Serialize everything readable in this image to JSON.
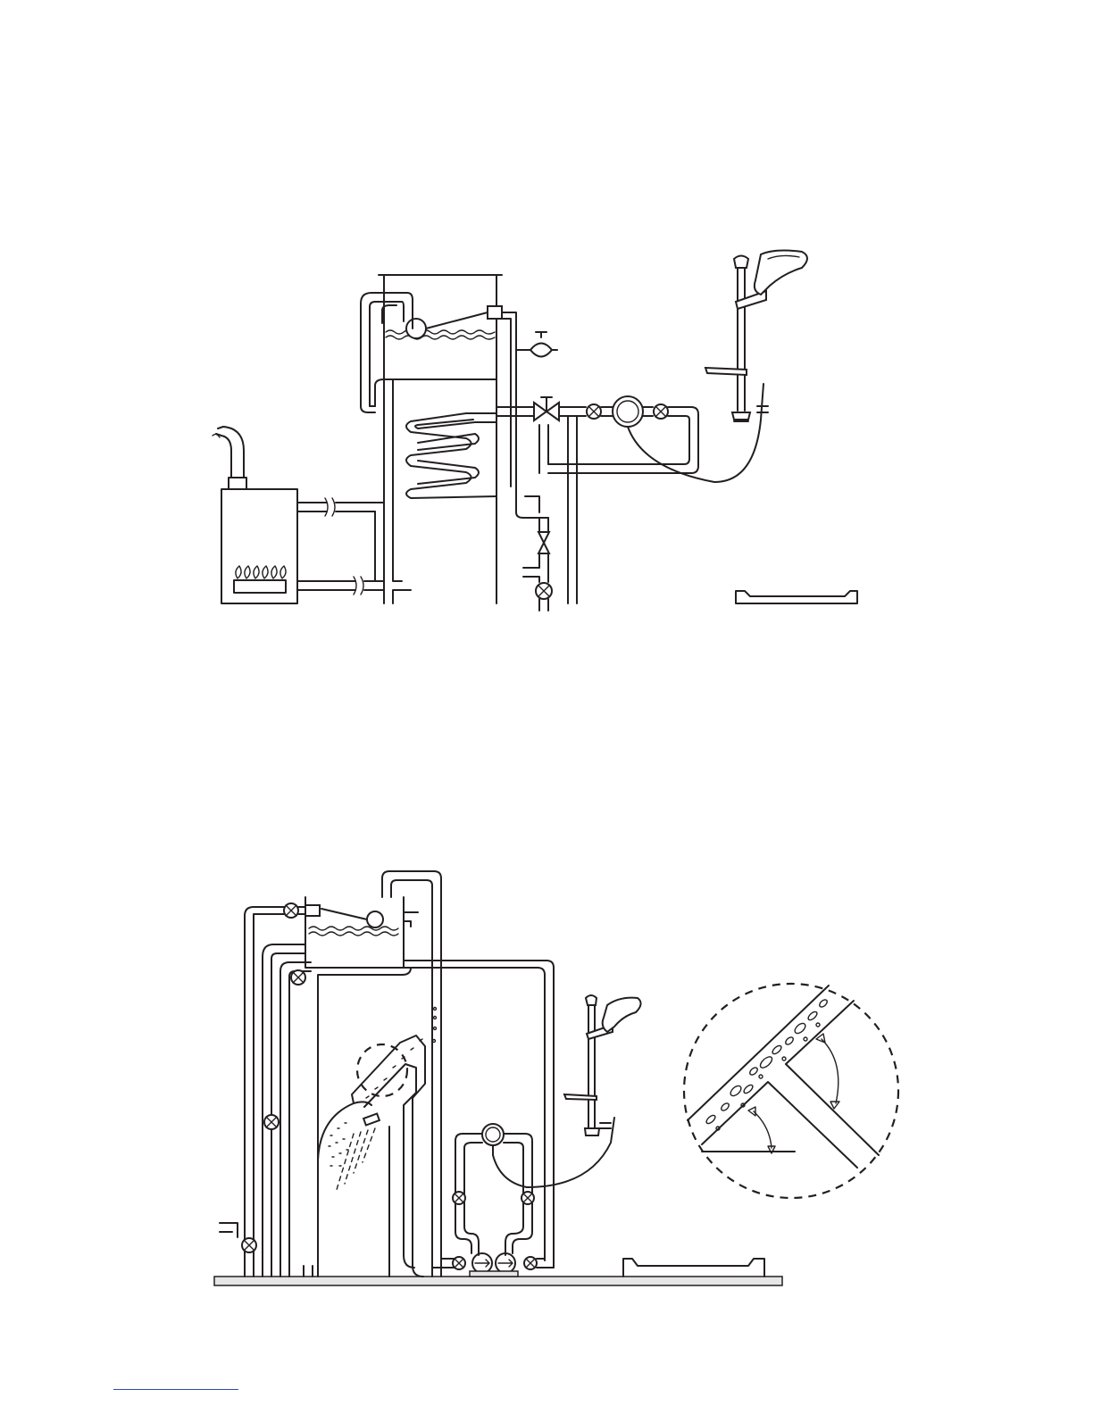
{
  "figures": [
    {
      "components": [
        "gas-boiler",
        "hot-water-cylinder",
        "cold-water-storage-cistern",
        "expansion-vessel",
        "shower-mixer-valve",
        "shower-riser-rail",
        "shower-tray"
      ]
    },
    {
      "components": [
        "cold-water-storage-cistern",
        "hot-water-cylinder",
        "shower-pump",
        "shower-mixer-valve",
        "shower-riser-rail",
        "shower-tray",
        "pipe-tee-detail"
      ]
    }
  ],
  "style": {
    "line_color": "#231f20",
    "background": "#ffffff",
    "footer_rule_color": "#2b4fa3"
  }
}
